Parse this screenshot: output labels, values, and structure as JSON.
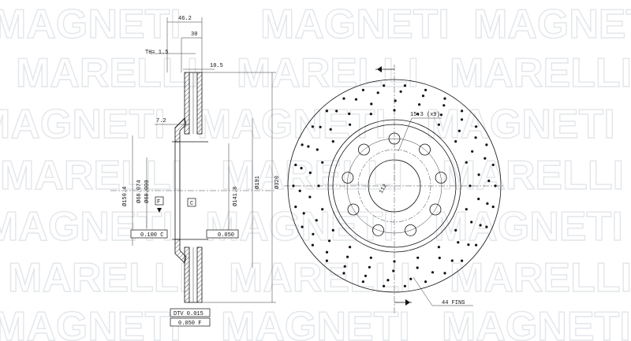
{
  "watermark": {
    "brand_1": "MAGNETI",
    "brand_2": "MARELLI",
    "color": "#e3e6ea"
  },
  "side_view": {
    "dims": {
      "overall_height": "46.2",
      "hat_depth": "30",
      "min_thickness": "TH= 1.5",
      "disc_thickness": "10.5",
      "offset": "7.2",
      "pcd": "Ø150.4",
      "hub_bore": "Ø68.074",
      "hub_bore_2": "Ø68.000",
      "inner_dia": "Ø141.8",
      "vent_dia": "Ø191",
      "outer_dia": "Ø320"
    },
    "datums": {
      "f": "F",
      "c": "C"
    },
    "tolerances": {
      "runout_left": "0.100 C",
      "runout_right": "0.050",
      "dtv": "DTV 0.015",
      "parallel": "0.050 F"
    }
  },
  "front_view": {
    "bolt_hole_label": "15.3 (x9)",
    "pcd_label": "112",
    "fins_label": "44 FINS"
  }
}
